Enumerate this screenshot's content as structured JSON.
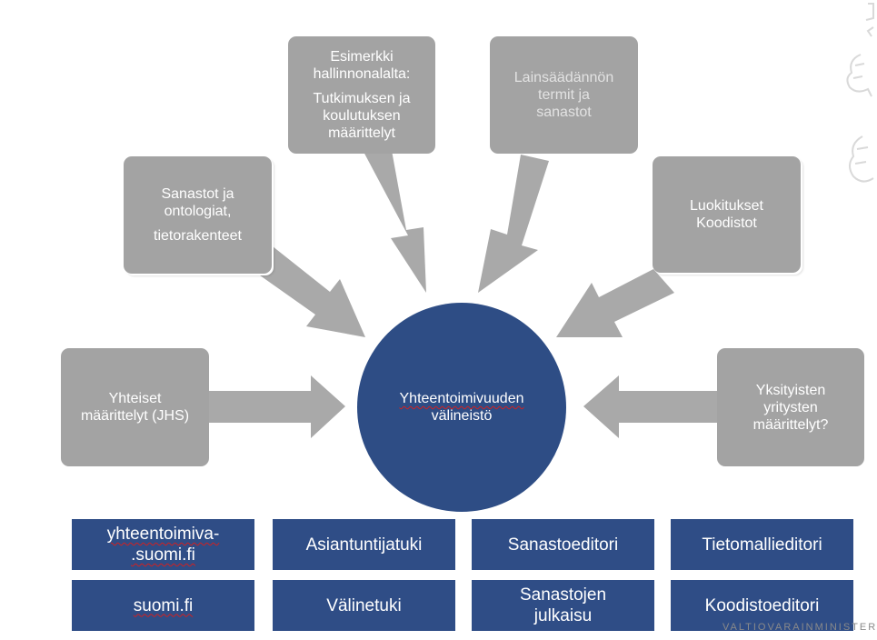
{
  "diagram": {
    "sources": [
      {
        "lines": [
          "Yhteiset",
          "määrittelyt (JHS)"
        ]
      },
      {
        "lines": [
          "Sanastot ja",
          "ontologiat,"
        ],
        "extra": "tietorakenteet"
      },
      {
        "lines": [
          "Esimerkki",
          "hallinnonalalta:"
        ],
        "extra_lines": [
          "Tutkimuksen  ja",
          "koulutuksen",
          "määrittelyt"
        ]
      },
      {
        "lines": [
          "Lainsäädännön",
          "termit ja",
          "sanastot"
        ]
      },
      {
        "lines": [
          "Luokitukset",
          "Koodistot"
        ]
      },
      {
        "lines": [
          "Yksityisten",
          "yritysten",
          "määrittelyt?"
        ]
      }
    ],
    "hub": {
      "line1": "Yhteentoimivuuden",
      "line2": "välineistö"
    }
  },
  "services": [
    {
      "line1": "yhteentoimiva-",
      "line2": ".suomi.fi"
    },
    {
      "line1": "Asiantuntijatuki"
    },
    {
      "line1": "Sanastoeditori"
    },
    {
      "line1": "Tietomallieditori"
    },
    {
      "line1": "suomi.fi"
    },
    {
      "line1": "Välinetuki"
    },
    {
      "line1": "Sanastojen",
      "line2": "julkaisu"
    },
    {
      "line1": "Koodistoeditori"
    }
  ],
  "footer": {
    "ministry": "VALTIOVARAINMINISTERIÖ"
  },
  "colors": {
    "box": "#a3a3a3",
    "hub": "#2e4d85",
    "tile": "#2f4d86",
    "arrow": "#a9a9a9"
  }
}
